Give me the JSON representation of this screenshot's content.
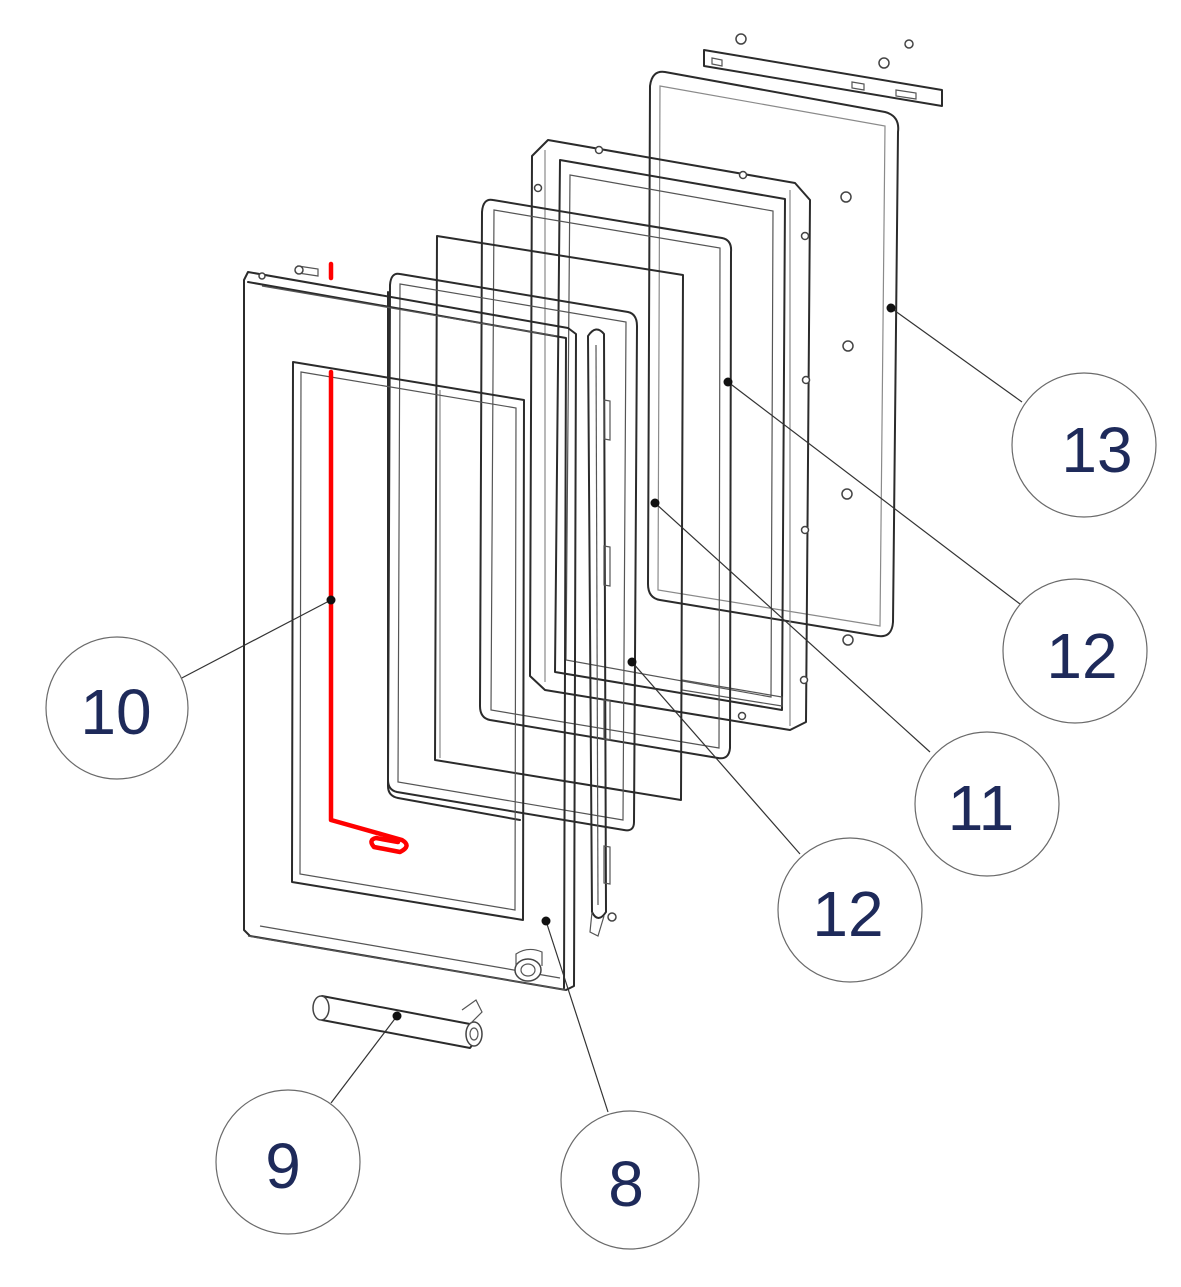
{
  "diagram": {
    "callouts": [
      {
        "id": "c13",
        "label": "13"
      },
      {
        "id": "c12a",
        "label": "12"
      },
      {
        "id": "c11",
        "label": "11"
      },
      {
        "id": "c12b",
        "label": "12"
      },
      {
        "id": "c10",
        "label": "10"
      },
      {
        "id": "c9",
        "label": "9"
      },
      {
        "id": "c8",
        "label": "8"
      }
    ],
    "colors": {
      "highlight_gasket": "#ff0000",
      "callout_text": "#1e2a5a",
      "line": "#2b2b2b"
    }
  }
}
